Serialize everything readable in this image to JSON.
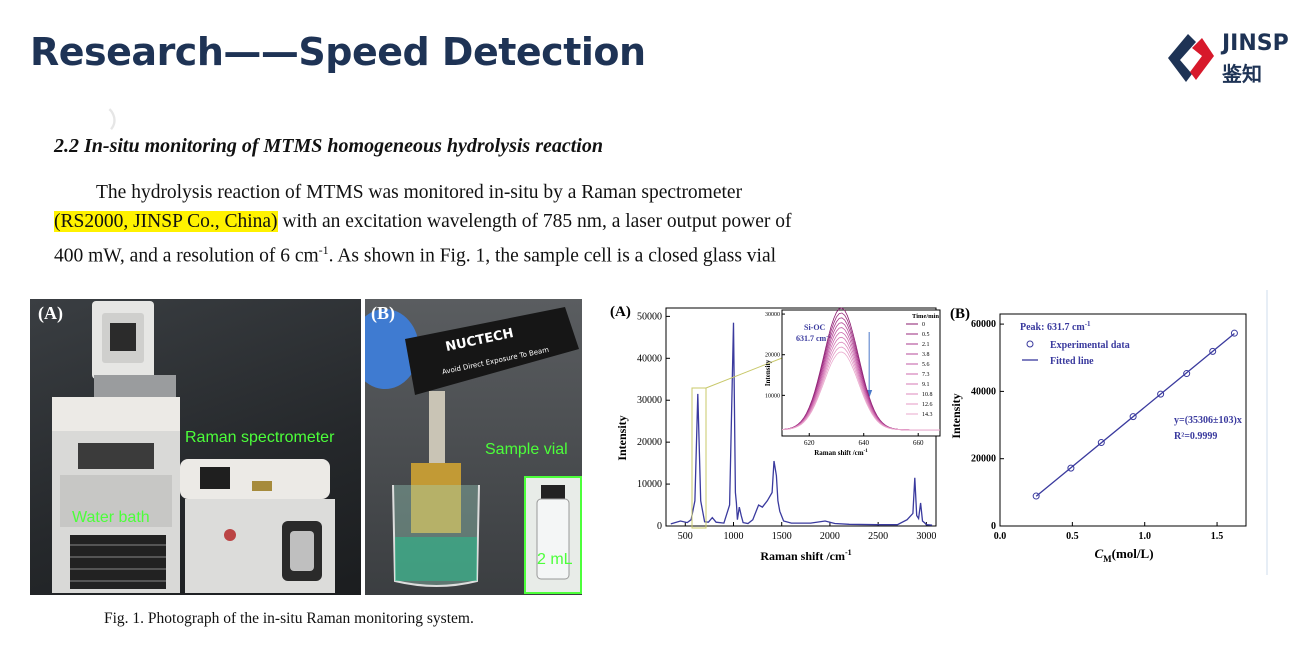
{
  "slide": {
    "title": "Research——Speed Detection",
    "logo_en": "JINSP",
    "logo_cn": "鉴知"
  },
  "section": {
    "heading": "2.2 In-situ monitoring of MTMS homogeneous hydrolysis reaction",
    "p1": "The hydrolysis reaction of MTMS was monitored in-situ by a Raman spectrometer",
    "p2_highlight": "(RS2000, JINSP Co., China)",
    "p2_rest": " with an excitation wavelength of 785 nm, a laser output power of",
    "p3_pre": "400 mW, and a resolution of 6 cm",
    "p3_sup": "-1",
    "p3_post": ". As shown in Fig. 1, the sample cell is a closed glass vial"
  },
  "figure1": {
    "tag_a": "(A)",
    "tag_b": "(B)",
    "label_raman": "Raman spectrometer",
    "label_water": "Water bath",
    "label_vial": "Sample vial",
    "label_2ml": "2 mL",
    "device_brand": "NUCTECH",
    "device_warning": "Avoid Direct Exposure To Beam",
    "caption": "Fig. 1. Photograph of the in-situ Raman monitoring system."
  },
  "chart_data": [
    {
      "type": "line",
      "panel": "(A)",
      "xlabel": "Raman shift /cm",
      "xlabel_sup": "-1",
      "ylabel": "Intensity",
      "xlim": [
        300,
        3100
      ],
      "ylim": [
        0,
        52000
      ],
      "xticks": [
        500,
        1000,
        1500,
        2000,
        2500,
        3000
      ],
      "yticks": [
        0,
        10000,
        20000,
        30000,
        40000,
        50000
      ],
      "color": "#3a3a9e",
      "series": [
        {
          "x": [
            350,
            450,
            520,
            560,
            600,
            630,
            660,
            700,
            740,
            780,
            820,
            900,
            960,
            1000,
            1020,
            1030,
            1040,
            1060,
            1080,
            1100,
            1150,
            1200,
            1260,
            1300,
            1350,
            1400,
            1420,
            1445,
            1460,
            1480,
            1520,
            1600,
            1800,
            1950,
            2050,
            2200,
            2500,
            2700,
            2800,
            2860,
            2880,
            2900,
            2920,
            2940,
            2960,
            2980,
            3000,
            3060
          ],
          "y": [
            500,
            1200,
            800,
            1500,
            6000,
            31500,
            6000,
            1000,
            900,
            2000,
            900,
            700,
            5000,
            48500,
            8000,
            5500,
            1500,
            4500,
            2500,
            800,
            600,
            1500,
            5000,
            4500,
            6000,
            8000,
            15500,
            12000,
            6000,
            3500,
            1200,
            700,
            700,
            1200,
            600,
            400,
            300,
            300,
            1500,
            3000,
            11500,
            2500,
            1800,
            5500,
            1200,
            800,
            300,
            200
          ]
        }
      ],
      "inset": {
        "label": "Si-OC",
        "value_label": "631.7 cm",
        "value_sup": "-1",
        "xlabel": "Raman shift /cm",
        "xlabel_sup": "-1",
        "ylabel": "Intensity",
        "xticks": [
          620,
          640,
          660
        ],
        "yticks": [
          10000,
          20000,
          30000
        ],
        "xlim": [
          610,
          668
        ],
        "ylim": [
          0,
          31000
        ],
        "legend_title": "Time/min",
        "times": [
          "0",
          "0.5",
          "2.1",
          "3.8",
          "5.6",
          "7.3",
          "9.1",
          "10.8",
          "12.6",
          "14.3"
        ],
        "peak_heights": [
          30000,
          28800,
          27600,
          26400,
          25200,
          24000,
          22800,
          21600,
          20400,
          19200
        ]
      }
    },
    {
      "type": "scatter",
      "panel": "(B)",
      "xlabel": "C",
      "xlabel_sub": "M",
      "xlabel_unit": "(mol/L)",
      "ylabel": "Intensity",
      "xlim": [
        0.0,
        1.7
      ],
      "ylim": [
        0,
        63000
      ],
      "xticks": [
        "0.0",
        "0.5",
        "1.0",
        "1.5"
      ],
      "yticks": [
        "0",
        "20000",
        "40000",
        "60000"
      ],
      "peak_label": "Peak: 631.7 cm",
      "peak_sup": "-1",
      "legend": [
        "Experimental data",
        "Fitted line"
      ],
      "equation": "y=(35306±103)x",
      "r2": "R²=0.9999",
      "x": [
        0.25,
        0.49,
        0.7,
        0.92,
        1.11,
        1.29,
        1.47,
        1.62
      ],
      "y": [
        8900,
        17200,
        24800,
        32500,
        39200,
        45300,
        51900,
        57300
      ],
      "slope": 35306
    }
  ]
}
